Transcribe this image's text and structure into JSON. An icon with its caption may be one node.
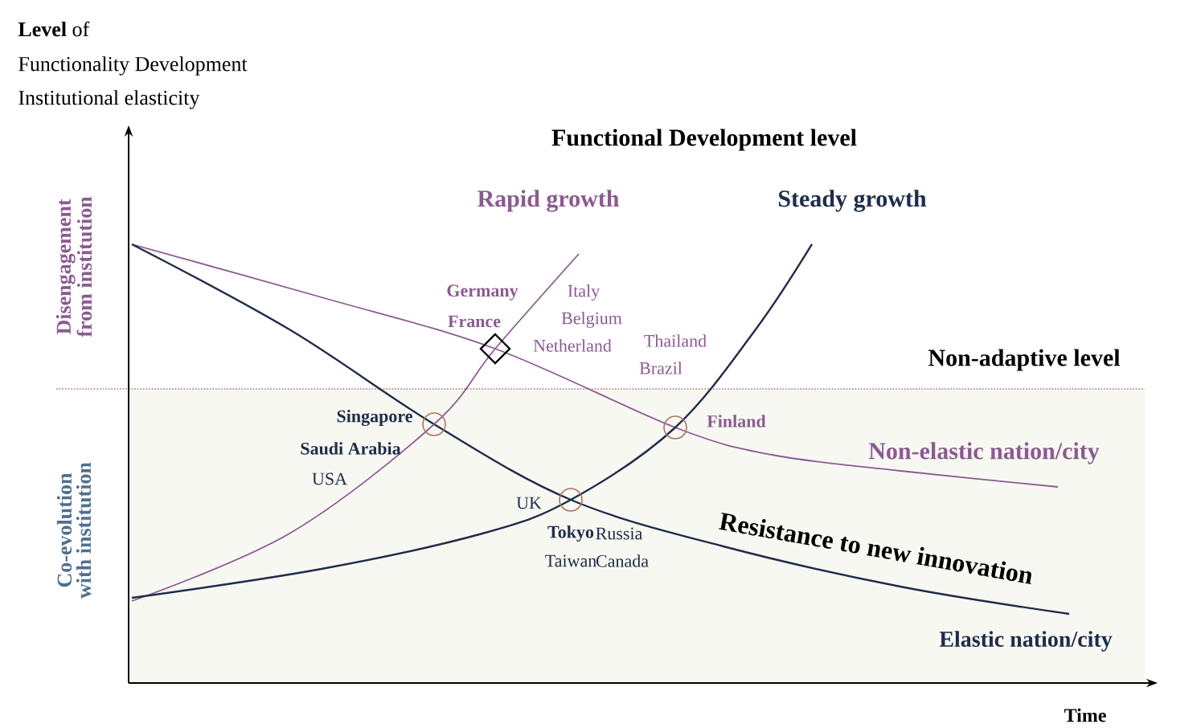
{
  "diagram": {
    "labels": [
      "**Level** of",
      "Functionality Development",
      "Institutional elasticity",
      "Functional Development level",
      "Rapid growth",
      "Steady growth",
      "Disengagement from institution",
      "Germany",
      "Italy",
      "France",
      "Belgium",
      "Netherland",
      "Thailand",
      "Non-adaptive level",
      "Brazil",
      "Singapore",
      "Co-evolution with institution",
      "Finland",
      "Saudi Arabia",
      "Non-elastic nation/city",
      "USA",
      "UK",
      "Resistance to new innovation",
      "Tokyo",
      "Russia",
      "Taiwan",
      "Canada",
      "Elastic nation/city",
      "Time"
    ]
  }
}
